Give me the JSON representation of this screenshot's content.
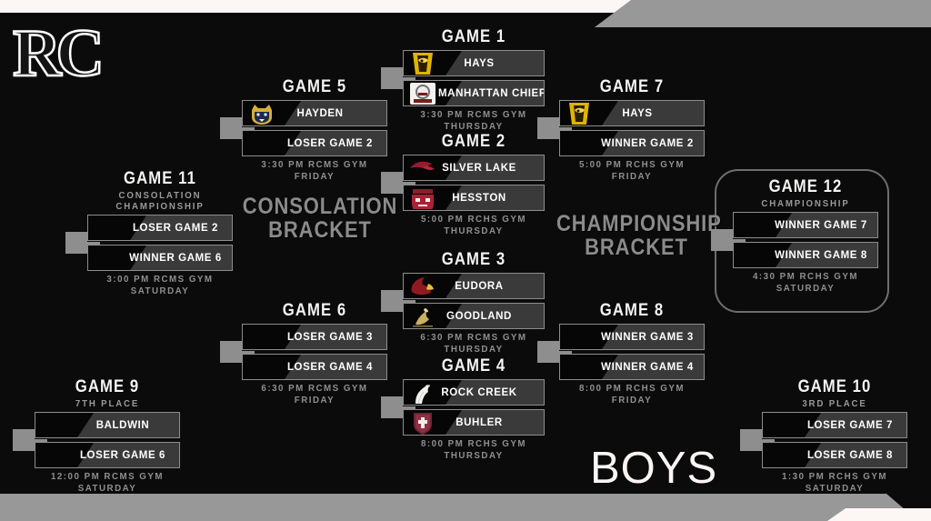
{
  "logo": {
    "text": "RC"
  },
  "gender_label": "BOYS",
  "bracket_labels": {
    "consolation": "CONSOLATION\nBRACKET",
    "championship": "CHAMPIONSHIP\nBRACKET"
  },
  "games": [
    {
      "id": "game-1",
      "title": "GAME 1",
      "subtitle": "",
      "slots": [
        {
          "team": "HAYS",
          "crest": "hays-indians-logo"
        },
        {
          "team": "MANHATTAN CHIEF",
          "crest": "manhattan-chief-logo"
        }
      ],
      "info": "3:30 PM RCMS GYM\nTHURSDAY"
    },
    {
      "id": "game-2",
      "title": "GAME 2",
      "subtitle": "",
      "slots": [
        {
          "team": "SILVER LAKE",
          "crest": "silver-lake-eagles-logo"
        },
        {
          "team": "HESSTON",
          "crest": "hesston-swathers-logo"
        }
      ],
      "info": "5:00 PM RCHS GYM\nTHURSDAY"
    },
    {
      "id": "game-3",
      "title": "GAME 3",
      "subtitle": "",
      "slots": [
        {
          "team": "EUDORA",
          "crest": "eudora-cardinals-logo"
        },
        {
          "team": "GOODLAND",
          "crest": "goodland-cowboys-logo"
        }
      ],
      "info": "6:30 PM RCMS GYM\nTHURSDAY"
    },
    {
      "id": "game-4",
      "title": "GAME 4",
      "subtitle": "",
      "slots": [
        {
          "team": "ROCK CREEK",
          "crest": "rock-creek-mustangs-logo"
        },
        {
          "team": "BUHLER",
          "crest": "buhler-crusaders-logo"
        }
      ],
      "info": "8:00 PM RCHS GYM\nTHURSDAY"
    },
    {
      "id": "game-5",
      "title": "GAME 5",
      "subtitle": "",
      "slots": [
        {
          "team": "HAYDEN",
          "crest": "hayden-wildcats-logo"
        },
        {
          "team": "LOSER GAME 2",
          "crest": ""
        }
      ],
      "info": "3:30 PM RCMS GYM\nFRIDAY"
    },
    {
      "id": "game-6",
      "title": "GAME 6",
      "subtitle": "",
      "slots": [
        {
          "team": "LOSER GAME 3",
          "crest": ""
        },
        {
          "team": "LOSER GAME 4",
          "crest": ""
        }
      ],
      "info": "6:30 PM RCMS GYM\nFRIDAY"
    },
    {
      "id": "game-7",
      "title": "GAME 7",
      "subtitle": "",
      "slots": [
        {
          "team": "HAYS",
          "crest": "hays-indians-logo"
        },
        {
          "team": "WINNER GAME 2",
          "crest": ""
        }
      ],
      "info": "5:00 PM RCHS  GYM\nFRIDAY"
    },
    {
      "id": "game-8",
      "title": "GAME 8",
      "subtitle": "",
      "slots": [
        {
          "team": "WINNER GAME 3",
          "crest": ""
        },
        {
          "team": "WINNER GAME 4",
          "crest": ""
        }
      ],
      "info": "8:00 PM RCHS GYM\nFRIDAY"
    },
    {
      "id": "game-9",
      "title": "GAME 9",
      "subtitle": "7TH PLACE",
      "slots": [
        {
          "team": "BALDWIN",
          "crest": ""
        },
        {
          "team": "LOSER GAME 6",
          "crest": ""
        }
      ],
      "info": "12:00 PM RCMS GYM\nSATURDAY"
    },
    {
      "id": "game-10",
      "title": "GAME 10",
      "subtitle": "3RD PLACE",
      "slots": [
        {
          "team": "LOSER GAME 7",
          "crest": ""
        },
        {
          "team": "LOSER GAME 8",
          "crest": ""
        }
      ],
      "info": "1:30 PM RCHS GYM\nSATURDAY"
    },
    {
      "id": "game-11",
      "title": "GAME 11",
      "subtitle": "CONSOLATION\nCHAMPIONSHIP",
      "slots": [
        {
          "team": "LOSER GAME 2",
          "crest": ""
        },
        {
          "team": "WINNER GAME 6",
          "crest": ""
        }
      ],
      "info": "3:00 PM RCMS GYM\nSATURDAY"
    },
    {
      "id": "game-12",
      "title": "GAME 12",
      "subtitle": "CHAMPIONSHIP",
      "slots": [
        {
          "team": "WINNER GAME 7",
          "crest": ""
        },
        {
          "team": "WINNER GAME 8",
          "crest": ""
        }
      ],
      "info": "4:30 PM RCHS GYM\nSATURDAY"
    }
  ],
  "colors": {
    "background": "#0a0a0a",
    "slot_fill": "#3a3a3a",
    "slot_border": "#8d8d8d",
    "connector": "#8e8e8e",
    "accent_cream": "#fcf7f5",
    "accent_gray": "#989898",
    "muted_text": "#8f8f8f"
  }
}
